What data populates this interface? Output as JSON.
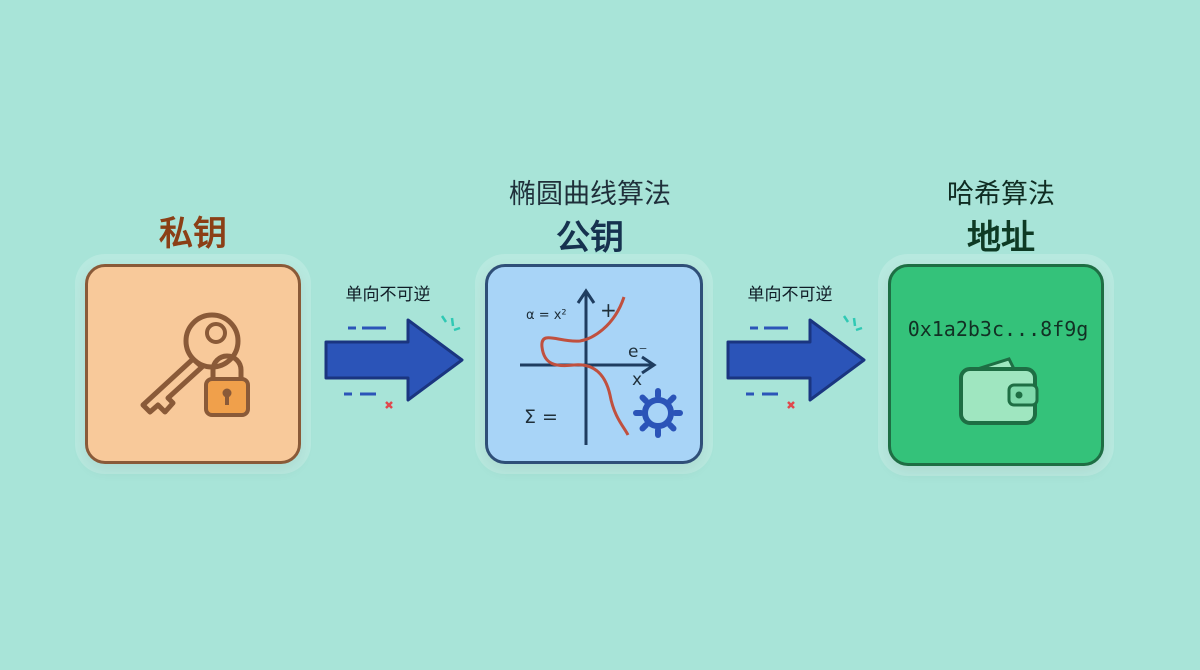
{
  "colors": {
    "background": "#a8e4d8",
    "private_card": "#f8c99a",
    "public_card": "#a8d4f7",
    "address_card": "#34c27a",
    "arrow": "#2b54b8",
    "private_title": "#8b3f16",
    "public_title": "#16324f",
    "address_title": "#0e3a24"
  },
  "stages": [
    {
      "label": "私钥",
      "icon": "key-lock-icon"
    },
    {
      "algorithm": "椭圆曲线算法",
      "label": "公钥",
      "icon": "elliptic-curve-math-icon",
      "formulas": {
        "alpha": "α = x²",
        "plus": "+",
        "e": "e⁻",
        "x": "x",
        "sigma": "Σ ="
      }
    },
    {
      "algorithm": "哈希算法",
      "label": "地址",
      "address": "0x1a2b3c...8f9g",
      "icon": "wallet-icon"
    }
  ],
  "arrows": [
    {
      "label": "单向不可逆",
      "icon": "right-arrow-icon"
    },
    {
      "label": "单向不可逆",
      "icon": "right-arrow-icon"
    }
  ]
}
